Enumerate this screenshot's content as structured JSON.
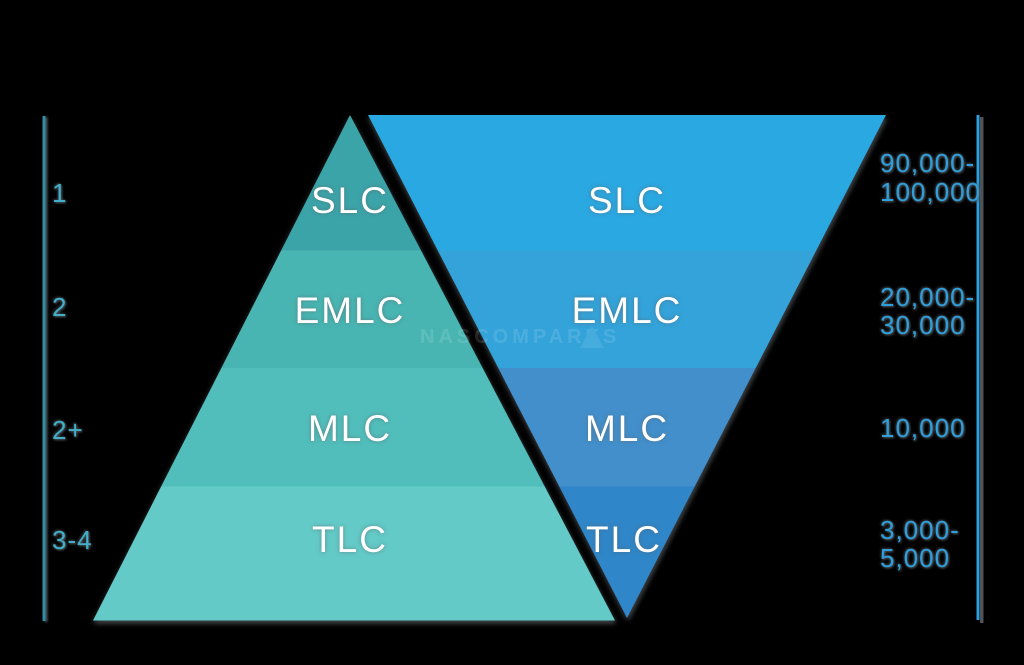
{
  "background_color": "#000000",
  "text_color_white": "#ffffff",
  "left_scale": {
    "axis_color": "#2E8FA4",
    "label_color": "#41AFC9",
    "items": [
      {
        "label": "1"
      },
      {
        "label": "2"
      },
      {
        "label": "2+"
      },
      {
        "label": "3-4"
      }
    ]
  },
  "right_scale": {
    "axis_color": "#2E9FDC",
    "label_color": "#2F9FDC",
    "items": [
      {
        "line1": "90,000-",
        "line2": "100,000"
      },
      {
        "line1": "20,000-",
        "line2": "30,000"
      },
      {
        "line1": "10,000",
        "line2": ""
      },
      {
        "line1": "3,000-",
        "line2": "5,000"
      }
    ]
  },
  "pyramid_left": {
    "bands": [
      {
        "label": "SLC",
        "color": "#3BA4A9"
      },
      {
        "label": "EMLC",
        "color": "#48B5B2"
      },
      {
        "label": "MLC",
        "color": "#51BEBB"
      },
      {
        "label": "TLC",
        "color": "#63CAC7"
      }
    ]
  },
  "pyramid_right": {
    "bands": [
      {
        "label": "SLC",
        "color": "#2AA8E2"
      },
      {
        "label": "EMLC",
        "color": "#33A3DA"
      },
      {
        "label": "MLC",
        "color": "#428FCB"
      },
      {
        "label": "TLC",
        "color": "#2F86C8"
      }
    ]
  },
  "watermark": {
    "text": "NASCOMPARES"
  },
  "chart_data": {
    "type": "pyramid",
    "legend_position": "none",
    "levels": [
      {
        "name": "SLC",
        "left_scale": "1",
        "right_scale": "90,000-100,000"
      },
      {
        "name": "EMLC",
        "left_scale": "2",
        "right_scale": "20,000-30,000"
      },
      {
        "name": "MLC",
        "left_scale": "2+",
        "right_scale": "10,000"
      },
      {
        "name": "TLC",
        "left_scale": "3-4",
        "right_scale": "3,000-5,000"
      }
    ]
  }
}
